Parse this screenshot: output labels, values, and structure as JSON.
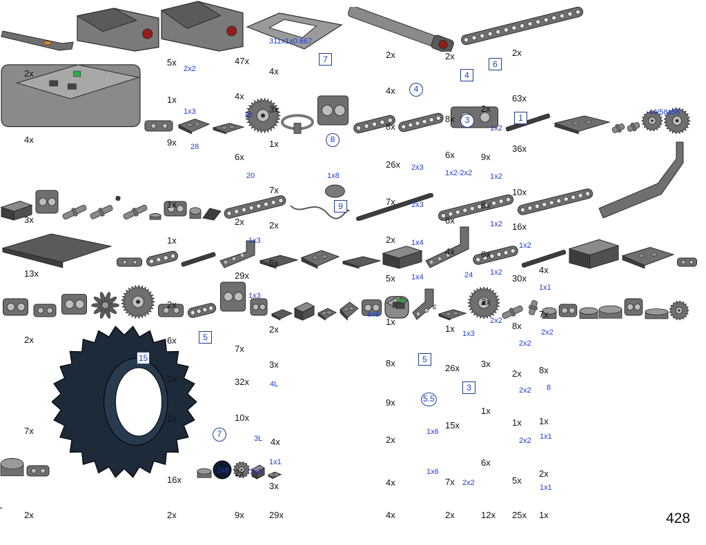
{
  "page_number": "428",
  "items": [
    {
      "id": "a1",
      "qty": "2x",
      "shape": "arm"
    },
    {
      "id": "a2",
      "qty": "4x",
      "shape": "motor"
    },
    {
      "id": "a3",
      "qty": "3x",
      "shape": "motor"
    },
    {
      "id": "a4",
      "qty": "13x",
      "shape": "frame"
    },
    {
      "id": "a5",
      "qty": "2x",
      "shape": "actuator"
    },
    {
      "id": "a6",
      "qty": "7x",
      "shape": "beam",
      "label": "15",
      "marker": "square"
    },
    {
      "id": "a7",
      "qty": "2x",
      "shape": "hub"
    },
    {
      "id": "b1",
      "qty": "5x",
      "shape": "connector"
    },
    {
      "id": "b2",
      "qty": "1x",
      "shape": "plate",
      "label": "2x2"
    },
    {
      "id": "b3",
      "qty": "9x",
      "shape": "plate",
      "label": "1x3"
    },
    {
      "id": "b4",
      "qty": "1x",
      "shape": "gear",
      "label": "28"
    },
    {
      "id": "b5",
      "qty": "1x",
      "shape": "wheel"
    },
    {
      "id": "b6",
      "qty": "2x",
      "shape": "connector"
    },
    {
      "id": "b7",
      "qty": "6x",
      "shape": "beam"
    },
    {
      "id": "b8",
      "qty": "2x",
      "shape": "beam",
      "label": "5",
      "marker": "square"
    },
    {
      "id": "b9",
      "qty": "1x",
      "shape": "connector"
    },
    {
      "id": "b10",
      "qty": "16x",
      "shape": "axle",
      "label": "7",
      "marker": "circle"
    },
    {
      "id": "b11",
      "qty": "2x",
      "shape": "plate",
      "label": "2x6"
    },
    {
      "id": "c1",
      "qty": "47x",
      "shape": "pin"
    },
    {
      "id": "c2",
      "qty": "4x",
      "shape": "pin"
    },
    {
      "id": "c3",
      "qty": "6x",
      "shape": "gear",
      "label": "16"
    },
    {
      "id": "c4",
      "qty": "2x",
      "shape": "gear",
      "label": "20"
    },
    {
      "id": "c5",
      "qty": "29x",
      "shape": "brick",
      "label": "1x3"
    },
    {
      "id": "c6",
      "qty": "7x",
      "shape": "connector",
      "label": "1x3"
    },
    {
      "id": "c7",
      "qty": "32x",
      "shape": "pin"
    },
    {
      "id": "c8",
      "qty": "10x",
      "shape": "pin"
    },
    {
      "id": "c9",
      "qty": "4x",
      "shape": "axle",
      "label": "4L"
    },
    {
      "id": "c10",
      "qty": "2x",
      "shape": "pin",
      "label": "3L"
    },
    {
      "id": "c11",
      "qty": "3x",
      "shape": "round",
      "label": "1x1"
    },
    {
      "id": "c12",
      "qty": "9x",
      "shape": "connector",
      "label": "3x2"
    },
    {
      "id": "c13",
      "qty": "29x",
      "shape": "round"
    },
    {
      "id": "d1",
      "qty": "4x",
      "shape": "slope",
      "label": "311x1x0.667"
    },
    {
      "id": "d2",
      "qty": "3x",
      "shape": "beam",
      "label": "7",
      "marker": "square"
    },
    {
      "id": "d3",
      "qty": "1x",
      "shape": "cable"
    },
    {
      "id": "d4",
      "qty": "7x",
      "shape": "axle",
      "label": "8",
      "marker": "circle"
    },
    {
      "id": "d5",
      "qty": "2x",
      "shape": "beam",
      "label": "1x8"
    },
    {
      "id": "d6",
      "qty": "5x",
      "shape": "beam",
      "label": "9",
      "marker": "square"
    },
    {
      "id": "d7",
      "qty": "2x",
      "shape": "bentbeam"
    },
    {
      "id": "d8",
      "qty": "3x",
      "shape": "bigplate",
      "label": "6x8"
    },
    {
      "id": "e1",
      "qty": "2x",
      "shape": "connector"
    },
    {
      "id": "e2",
      "qty": "4x",
      "shape": "beam",
      "label": "4",
      "marker": "circle"
    },
    {
      "id": "e3",
      "qty": "8x",
      "shape": "axle"
    },
    {
      "id": "e4",
      "qty": "26x",
      "shape": "lbeam"
    },
    {
      "id": "e5",
      "qty": "7x",
      "shape": "tile",
      "label": "2x3"
    },
    {
      "id": "e6",
      "qty": "2x",
      "shape": "plate",
      "label": "2x3"
    },
    {
      "id": "e7",
      "qty": "5x",
      "shape": "tile",
      "label": "1x4"
    },
    {
      "id": "e8",
      "qty": "1x",
      "shape": "brick",
      "label": "1x4"
    },
    {
      "id": "e9",
      "qty": "8x",
      "shape": "lbeam"
    },
    {
      "id": "e10",
      "qty": "9x",
      "shape": "beam",
      "label": "5",
      "marker": "square"
    },
    {
      "id": "e11",
      "qty": "2x",
      "shape": "axle",
      "label": "5.5",
      "marker": "circle"
    },
    {
      "id": "e12",
      "qty": "4x",
      "shape": "brick",
      "label": "1x6"
    },
    {
      "id": "e13",
      "qty": "4x",
      "shape": "plate",
      "label": "1x6"
    },
    {
      "id": "f1",
      "qty": "2x",
      "shape": "connector"
    },
    {
      "id": "f2",
      "qty": "8x",
      "shape": "connector",
      "label": "4",
      "marker": "square"
    },
    {
      "id": "f3",
      "qty": "6x",
      "shape": "connector",
      "label": "3",
      "marker": "circle"
    },
    {
      "id": "f4",
      "qty": "6x",
      "shape": "bracket",
      "label": "1x2-2x2"
    },
    {
      "id": "f5",
      "qty": "4x",
      "shape": "rotor"
    },
    {
      "id": "f6",
      "qty": "1x",
      "shape": "gear",
      "label": "24"
    },
    {
      "id": "f7",
      "qty": "26x",
      "shape": "connector",
      "label": "1x3"
    },
    {
      "id": "f8",
      "qty": "15x",
      "shape": "beam",
      "label": "3",
      "marker": "square"
    },
    {
      "id": "f9",
      "qty": "7x",
      "shape": "connector"
    },
    {
      "id": "g1",
      "qty": "2x",
      "shape": "connector",
      "label": "6",
      "marker": "square"
    },
    {
      "id": "g2",
      "qty": "9x",
      "shape": "tile",
      "label": "1x2"
    },
    {
      "id": "g3",
      "qty": "8x",
      "shape": "brick",
      "label": "1x2"
    },
    {
      "id": "g4",
      "qty": "6x",
      "shape": "plate",
      "label": "1x2"
    },
    {
      "id": "g5",
      "qty": "2x",
      "shape": "plate",
      "label": "1x2"
    },
    {
      "id": "g6",
      "qty": "3x",
      "shape": "connector",
      "label": "2x2"
    },
    {
      "id": "g7",
      "qty": "1x",
      "shape": "hub"
    },
    {
      "id": "g8",
      "qty": "6x",
      "shape": "lbeam"
    },
    {
      "id": "g9",
      "qty": "2x",
      "shape": "plate",
      "label": "2x2"
    },
    {
      "id": "g10",
      "qty": "12x",
      "shape": "gear"
    },
    {
      "id": "h1",
      "qty": "2x",
      "shape": "pin"
    },
    {
      "id": "h2",
      "qty": "63x",
      "shape": "pin"
    },
    {
      "id": "h3",
      "qty": "36x",
      "shape": "round",
      "label": "1",
      "marker": "square"
    },
    {
      "id": "h4",
      "qty": "10x",
      "shape": "connector"
    },
    {
      "id": "h5",
      "qty": "16x",
      "shape": "round"
    },
    {
      "id": "h6",
      "qty": "30x",
      "shape": "round",
      "label": "1x2"
    },
    {
      "id": "h7",
      "qty": "8x",
      "shape": "connector"
    },
    {
      "id": "h8",
      "qty": "2x",
      "shape": "round",
      "label": "2x2"
    },
    {
      "id": "h9",
      "qty": "1x",
      "shape": "gear",
      "label": "2x2"
    },
    {
      "id": "h10",
      "qty": "5x",
      "shape": "round",
      "label": "2x2"
    },
    {
      "id": "h11",
      "qty": "25x",
      "shape": "connector"
    },
    {
      "id": "i1",
      "qty": "4x",
      "shape": "tire",
      "label": "44/58x56"
    },
    {
      "id": "i2",
      "qty": "7x",
      "shape": "round",
      "label": "1x1"
    },
    {
      "id": "i3",
      "qty": "8x",
      "shape": "dark",
      "label": "2x2"
    },
    {
      "id": "i4",
      "qty": "1x",
      "shape": "gear",
      "label": "8"
    },
    {
      "id": "i5",
      "qty": "2x",
      "shape": "brick",
      "label": "1x1"
    },
    {
      "id": "i6",
      "qty": "1x",
      "shape": "plate",
      "label": "1x1"
    }
  ]
}
